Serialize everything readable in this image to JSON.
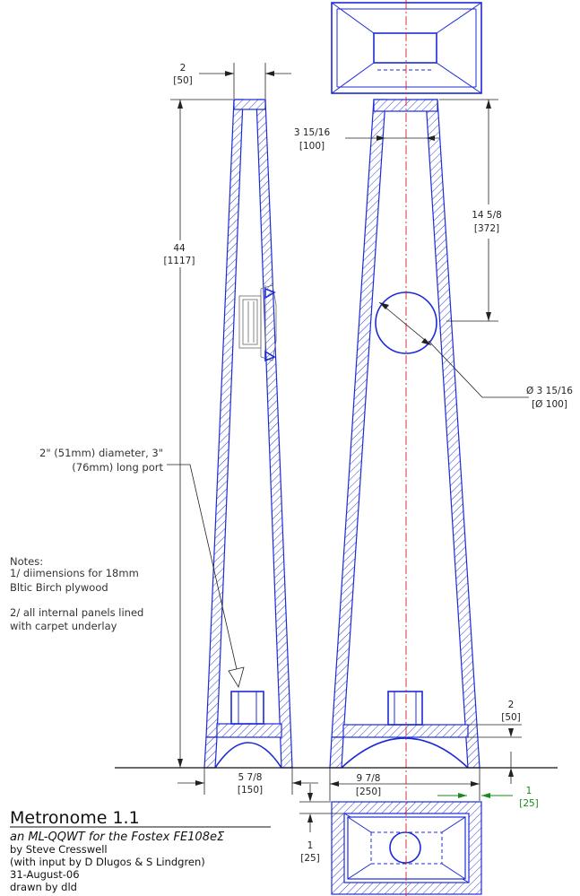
{
  "title": {
    "main": "Metronome 1.1",
    "subtitle": "an ML-QQWT for the Fostex FE108eΣ",
    "credits": [
      "by Steve Cresswell",
      "(with input by D Dlugos & S Lindgren)",
      "31-August-06",
      "drawn by dld"
    ]
  },
  "notes": {
    "heading": "Notes:",
    "lines": [
      "1/ diimensions for 18mm",
      "Bltic Birch plywood",
      "",
      "2/ all internal panels lined",
      "with carpet underlay"
    ]
  },
  "port_label": {
    "line1": "2\" (51mm) diameter, 3\"",
    "line2": "(76mm) long port"
  },
  "dimensions": {
    "top_width": {
      "imperial": "2",
      "metric": "[50]"
    },
    "height": {
      "imperial": "44",
      "metric": "[1117]"
    },
    "inner_top_width": {
      "imperial": "3 15/16",
      "metric": "[100]"
    },
    "driver_height": {
      "imperial": "14 5/8",
      "metric": "[372]"
    },
    "driver_diameter": {
      "imperial": "Ø 3 15/16",
      "metric": "[Ø 100]"
    },
    "base_panel": {
      "imperial": "2",
      "metric": "[50]"
    },
    "side_base_width": {
      "imperial": "5 7/8",
      "metric": "[150]"
    },
    "front_base_width": {
      "imperial": "9 7/8",
      "metric": "[250]"
    },
    "wall_thickness": {
      "imperial": "1",
      "metric": "[25]"
    },
    "bottom_thickness": {
      "imperial": "1",
      "metric": "[25]"
    }
  },
  "colors": {
    "outline": "#1c2bd6",
    "centerline": "#d01f1f",
    "dimension": "#222222",
    "highlight_dimension": "#1a8a1a"
  }
}
